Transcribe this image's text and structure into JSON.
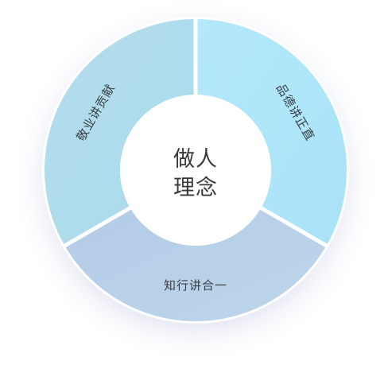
{
  "center": {
    "line1": "做人",
    "line2": "理念"
  },
  "segments": [
    {
      "label": "品德讲正直",
      "color": "#b0e6fa"
    },
    {
      "label": "知行讲合一",
      "color": "#b8d0e8"
    },
    {
      "label": "敬业讲贡献",
      "color": "#afdcec"
    }
  ]
}
